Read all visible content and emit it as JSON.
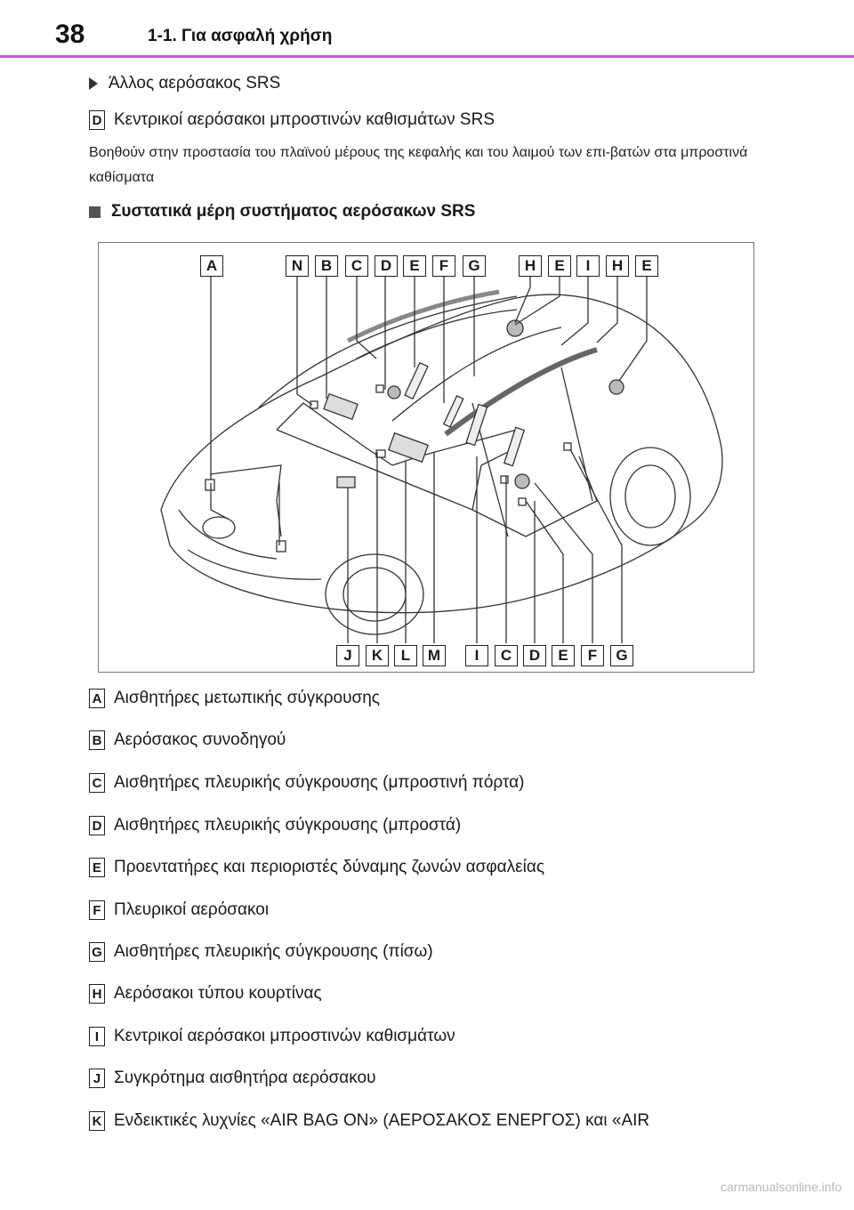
{
  "header": {
    "page_number": "38",
    "chapter": "1-1. Για ασφαλή χρήση"
  },
  "bullet": {
    "text": "Άλλος αερόσακος SRS"
  },
  "item_d": {
    "letter": "D",
    "text": "Κεντρικοί αερόσακοι μπροστινών καθισμάτων SRS"
  },
  "description": "Βοηθούν στην προστασία του πλαϊνού μέρους της κεφαλής και του λαιμού των επι-βατών στα μπροστινά καθίσματα",
  "section_title": "Συστατικά μέρη συστήματος αερόσακων SRS",
  "diagram": {
    "top_labels": [
      "A",
      "N",
      "B",
      "C",
      "D",
      "E",
      "F",
      "G",
      "H",
      "E",
      "I",
      "H",
      "E"
    ],
    "bottom_labels": [
      "J",
      "K",
      "L",
      "M",
      "I",
      "C",
      "D",
      "E",
      "F",
      "G"
    ]
  },
  "legend": [
    {
      "letter": "A",
      "text": "Αισθητήρες μετωπικής σύγκρουσης"
    },
    {
      "letter": "B",
      "text": "Αερόσακος συνοδηγού"
    },
    {
      "letter": "C",
      "text": "Αισθητήρες πλευρικής σύγκρουσης (μπροστινή πόρτα)"
    },
    {
      "letter": "D",
      "text": "Αισθητήρες πλευρικής σύγκρουσης (μπροστά)"
    },
    {
      "letter": "E",
      "text": "Προεντατήρες και περιοριστές δύναμης ζωνών ασφαλείας"
    },
    {
      "letter": "F",
      "text": "Πλευρικοί αερόσακοι"
    },
    {
      "letter": "G",
      "text": "Αισθητήρες πλευρικής σύγκρουσης (πίσω)"
    },
    {
      "letter": "H",
      "text": "Αερόσακοι τύπου κουρτίνας"
    },
    {
      "letter": "I",
      "text": "Κεντρικοί αερόσακοι μπροστινών καθισμάτων"
    },
    {
      "letter": "J",
      "text": "Συγκρότημα αισθητήρα αερόσακου"
    },
    {
      "letter": "K",
      "text": "Ενδεικτικές λυχνίες «AIR BAG ON» (ΑΕΡΟΣΑΚΟΣ ΕΝΕΡΓΟΣ) και «AIR"
    }
  ],
  "footer": "carmanualsonline.info"
}
